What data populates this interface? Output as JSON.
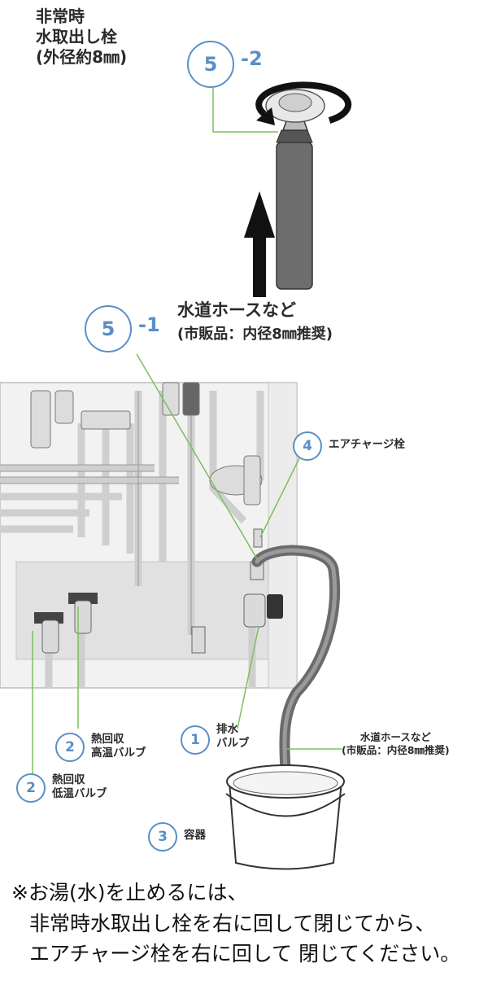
{
  "labels": {
    "emergency_tap": "非常時\n水取出し栓\n(外径約8㎜)",
    "hose_top_title": "水道ホースなど",
    "hose_top_sub": "(市販品：内径8㎜推奨)",
    "air_charge": "エアチャージ栓",
    "drain_valve": "排水\nバルブ",
    "hose_bottom": "水道ホースなど\n(市販品：内径8㎜推奨)",
    "heat_high": "熱回収\n高温バルブ",
    "heat_low": "熱回収\n低温バルブ",
    "container": "容器"
  },
  "badges": {
    "five_top": "5",
    "five_top_suffix": "-2",
    "five_mid": "5",
    "five_mid_suffix": "-1",
    "one": "1",
    "two_high": "2",
    "two_low": "2",
    "three": "3",
    "four": "4"
  },
  "note": {
    "line1": "※お湯(水)を止めるには、",
    "line2": "非常時水取出し栓を右に回して閉じてから、",
    "line3": "エアチャージ栓を右に回して 閉じてください。"
  },
  "colors": {
    "accent": "#5b8fc7",
    "leader": "#7cc05a",
    "hose": "#6b6b6b"
  }
}
